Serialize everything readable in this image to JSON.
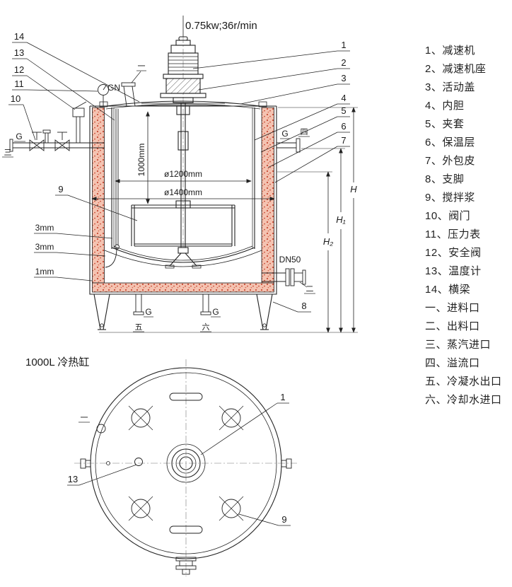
{
  "header": {
    "motor_spec": "0.75kw;36r/min"
  },
  "caption": "1000L 冷热缸",
  "dims": {
    "d1200": "ø1200mm",
    "d1400": "ø1400mm",
    "v1000": "1000mm",
    "H": "H",
    "H1": "H₁",
    "H2": "H₂",
    "dn50": "DN50",
    "t_inner": "3mm",
    "t_jacket": "3mm",
    "t_skin": "1mm"
  },
  "callouts": {
    "c1": "1",
    "c2": "2",
    "c3": "3",
    "c4": "4",
    "c5": "5",
    "c6": "6",
    "c7": "7",
    "c8": "8",
    "c9": "9",
    "c10": "10",
    "c11": "11",
    "c12": "12",
    "c13": "13",
    "c14": "14",
    "plan1": "1",
    "plan13": "13",
    "plan9": "9"
  },
  "ports": {
    "gn": "GN",
    "g1": "G",
    "g2": "G",
    "g3": "G",
    "g4": "G",
    "feed": "一",
    "discharge": "二",
    "steam": "三",
    "overflow": "四",
    "condensate": "五",
    "cooling": "六",
    "plan_feed": "一"
  },
  "parts_list": [
    "1、减速机",
    "2、减速机座",
    "3、活动盖",
    "4、内胆",
    "5、夹套",
    "6、保温层",
    "7、外包皮",
    "8、支脚",
    "9、搅拌浆",
    "10、阀门",
    "11、压力表",
    "12、安全阀",
    "13、温度计",
    "14、横梁",
    "一、进料口",
    "二、出料口",
    "三、蒸汽进口",
    "四、溢流口",
    "五、冷凝水出口",
    "六、冷却水进口"
  ]
}
